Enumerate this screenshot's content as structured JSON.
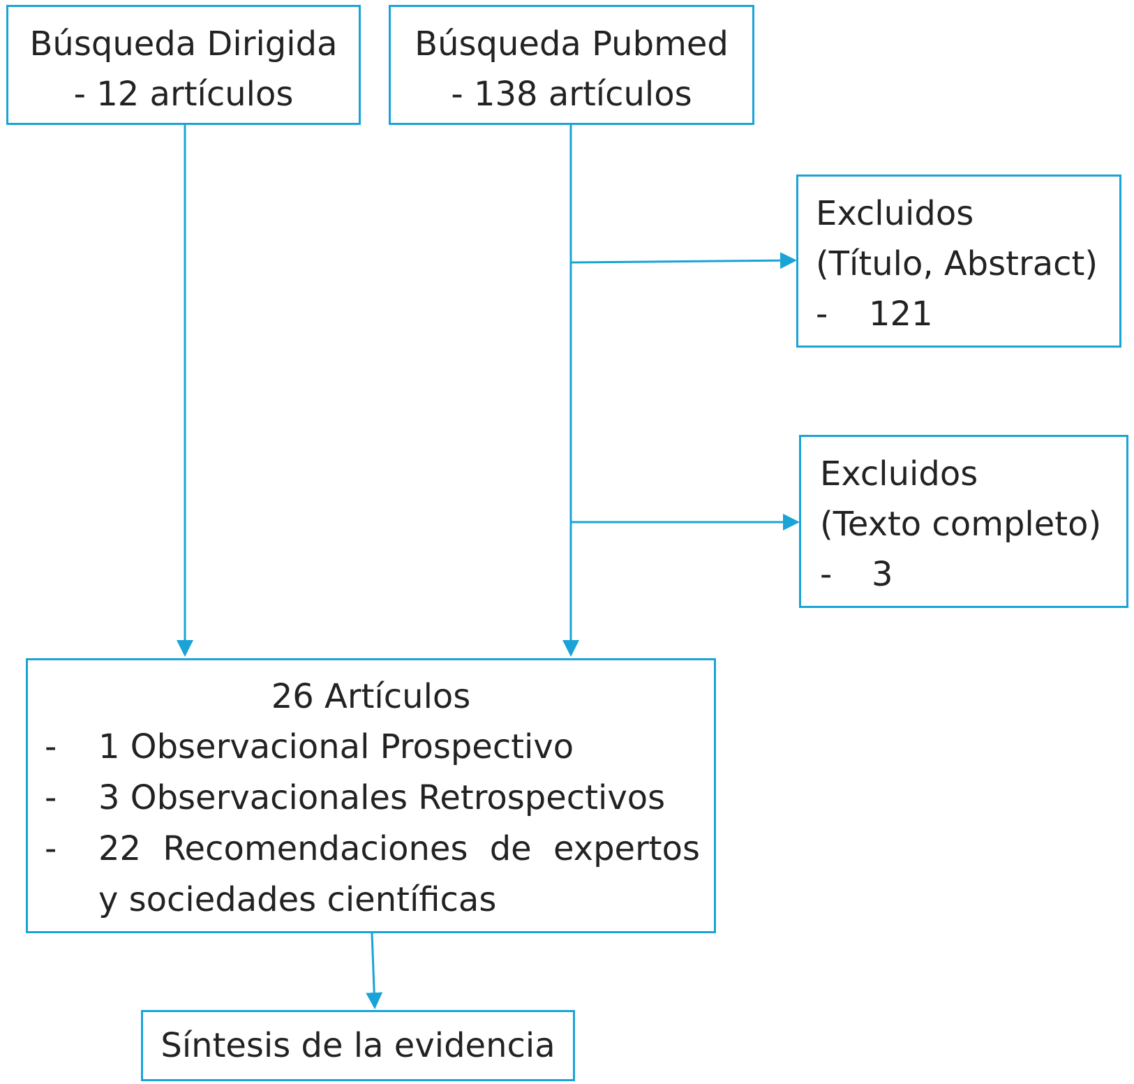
{
  "boxes": {
    "busqueda_dirigida": {
      "line1": "Búsqueda Dirigida",
      "line2": "- 12 artículos"
    },
    "busqueda_pubmed": {
      "line1": "Búsqueda Pubmed",
      "line2": "- 138 artículos"
    },
    "excluidos_titulo": {
      "line1": "Excluidos",
      "line2": "(Título, Abstract)",
      "bullet": "-",
      "count": "121"
    },
    "excluidos_texto": {
      "line1": "Excluidos",
      "line2": "(Texto completo)",
      "bullet": "-",
      "count": "3"
    },
    "articulos": {
      "title": "26 Artículos",
      "items": [
        {
          "bullet": "-",
          "text": "1 Observacional Prospectivo"
        },
        {
          "bullet": "-",
          "text": "3 Observacionales Retrospectivos"
        },
        {
          "bullet": "-",
          "text": "22 Recomendaciones de expertos"
        }
      ],
      "continuation": "y sociedades científicas"
    },
    "sintesis": {
      "label": "Síntesis de la evidencia"
    }
  },
  "colors": {
    "border": "#1aa3d6",
    "arrow": "#1aa3d6",
    "text": "#222222"
  }
}
